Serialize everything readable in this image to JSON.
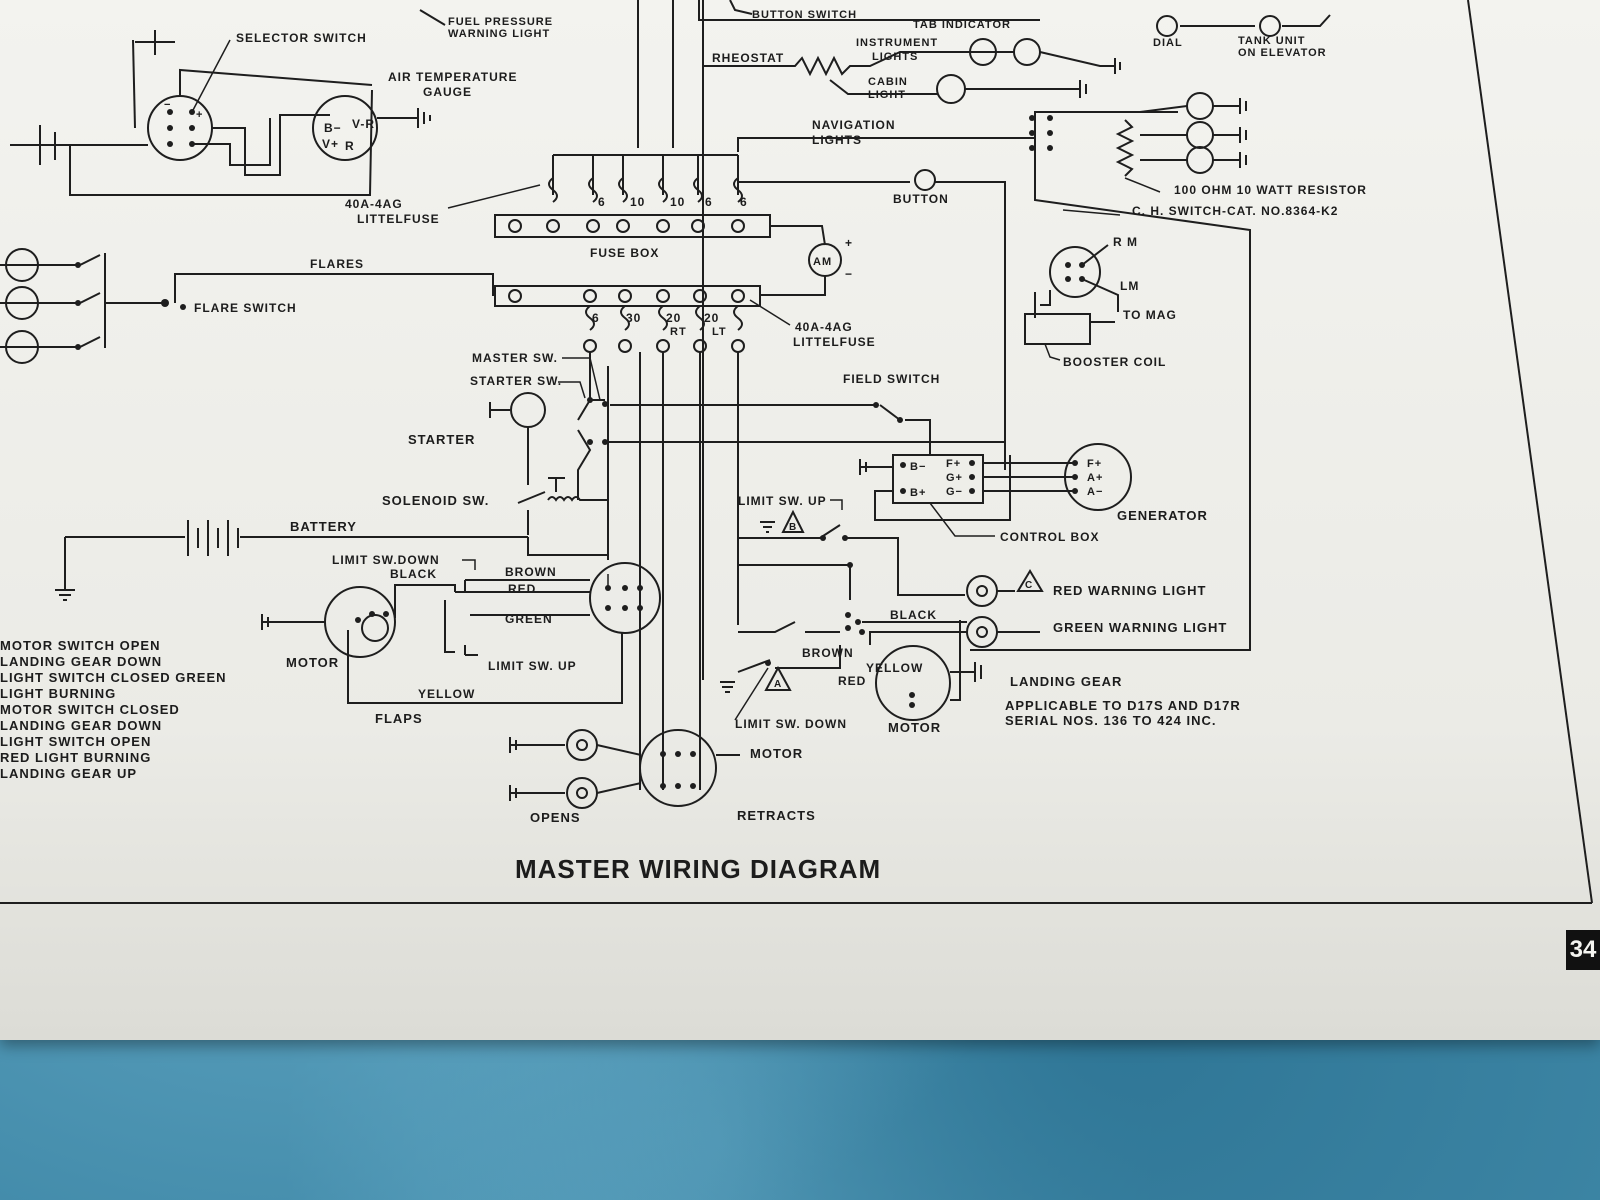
{
  "diagram": {
    "title": "MASTER WIRING DIAGRAM",
    "page_number": "34",
    "labels": {
      "selector_switch": "SELECTOR SWITCH",
      "fuel_pressure_1": "FUEL PRESSURE",
      "fuel_pressure_2": "WARNING LIGHT",
      "button_switch": "BUTTON SWITCH",
      "tab_indicator": "TAB INDICATOR",
      "dial": "DIAL",
      "tank_unit_1": "TANK UNIT",
      "tank_unit_2": "ON ELEVATOR",
      "air_temp_1": "AIR TEMPERATURE",
      "air_temp_2": "GAUGE",
      "rheostat": "RHEOSTAT",
      "instrument_lights_1": "INSTRUMENT",
      "instrument_lights_2": "LIGHTS",
      "cabin_light_1": "CABIN",
      "cabin_light_2": "LIGHT",
      "navigation_lights_1": "NAVIGATION",
      "navigation_lights_2": "LIGHTS",
      "button": "BUTTON",
      "resistor": "100 OHM 10 WATT RESISTOR",
      "ch_switch": "C. H. SWITCH-CAT. NO.8364-K2",
      "littelfuse_top_1": "40A-4AG",
      "littelfuse_top_2": "LITTELFUSE",
      "fuse_box": "FUSE BOX",
      "ammeter": "AM",
      "plus": "+",
      "minus": "−",
      "littelfuse_bot_1": "40A-4AG",
      "littelfuse_bot_2": "LITTELFUSE",
      "flares": "FLARES",
      "flare_switch": "FLARE SWITCH",
      "rm": "R M",
      "lm": "LM",
      "to_mag": "TO MAG",
      "booster_coil": "BOOSTER COIL",
      "master_sw": "MASTER SW.",
      "starter_sw": "STARTER SW.",
      "field_switch": "FIELD SWITCH",
      "starter": "STARTER",
      "solenoid_sw": "SOLENOID SW.",
      "battery": "BATTERY",
      "limit_sw_up_top": "LIMIT SW. UP",
      "control_box": "CONTROL BOX",
      "generator": "GENERATOR",
      "limit_sw_down_left": "LIMIT SW.DOWN",
      "black_left": "BLACK",
      "brown_left": "BROWN",
      "red_left": "RED",
      "green_left": "GREEN",
      "limit_sw_up_left": "LIMIT SW. UP",
      "motor_flaps": "MOTOR",
      "yellow_left": "YELLOW",
      "flaps": "FLAPS",
      "red_warning_light": "RED WARNING LIGHT",
      "green_warning_light": "GREEN WARNING LIGHT",
      "black_right": "BLACK",
      "brown_right": "BROWN",
      "red_right": "RED",
      "yellow_right": "YELLOW",
      "landing_gear": "LANDING GEAR",
      "applicable_1": "APPLICABLE TO D17S AND D17R",
      "applicable_2": "SERIAL NOS. 136 TO 424 INC.",
      "limit_sw_down_right": "LIMIT SW. DOWN",
      "motor_gear": "MOTOR",
      "motor_bottom": "MOTOR",
      "opens": "OPENS",
      "retracts": "RETRACTS",
      "tri_a": "A",
      "tri_b": "B",
      "tri_c": "C",
      "cb_b_minus": "B−",
      "cb_b_plus": "B+",
      "cb_f_plus": "F+",
      "cb_g_plus": "G+",
      "cb_g_minus": "G−",
      "gen_f_plus": "F+",
      "gen_a_plus": "A+",
      "gen_a_minus": "A−",
      "fuse_top_6a": "6",
      "fuse_top_10a": "10",
      "fuse_top_10b": "10",
      "fuse_top_6b": "6",
      "fuse_top_6c": "6",
      "fuse_bot_6": "6",
      "fuse_bot_30": "30",
      "fuse_bot_20a": "20",
      "fuse_bot_20b": "20",
      "fuse_bot_rt": "RT",
      "fuse_bot_lt": "LT"
    },
    "legend": [
      "MOTOR SWITCH OPEN",
      "LANDING GEAR DOWN",
      "LIGHT SWITCH CLOSED GREEN",
      "LIGHT BURNING",
      "MOTOR SWITCH CLOSED",
      "LANDING GEAR DOWN",
      "LIGHT SWITCH OPEN",
      "RED LIGHT BURNING",
      "LANDING GEAR UP"
    ]
  }
}
